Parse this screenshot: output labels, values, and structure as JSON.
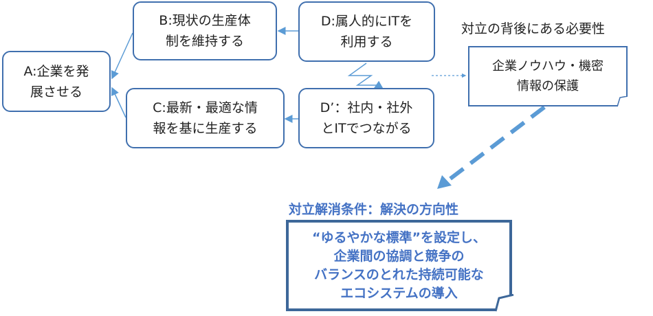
{
  "diagram": {
    "boxes": {
      "a": "A:企業を発\n展させる",
      "b": "B:現状の生産体\n制を維持する",
      "c": "C:最新・最適な情\n報を基に生産する",
      "d": "D:属人的にITを\n利用する",
      "d_prime": "D’：社内・社外\nとITでつながる"
    },
    "necessity_label": "対立の背後にある必要性",
    "necessity_note": "企業ノウハウ・機密\n情報の保護",
    "resolution_heading": "対立解消条件：解決の方向性",
    "resolution_note": "“ゆるやかな標準”を設定し、\n企業間の協調と競争の\nバランスのとれた持続可能な\nエコシステムの導入"
  },
  "colors": {
    "box_border": "#3f6fae",
    "connector": "#5b9bd5",
    "heading_text": "#4472c4"
  }
}
